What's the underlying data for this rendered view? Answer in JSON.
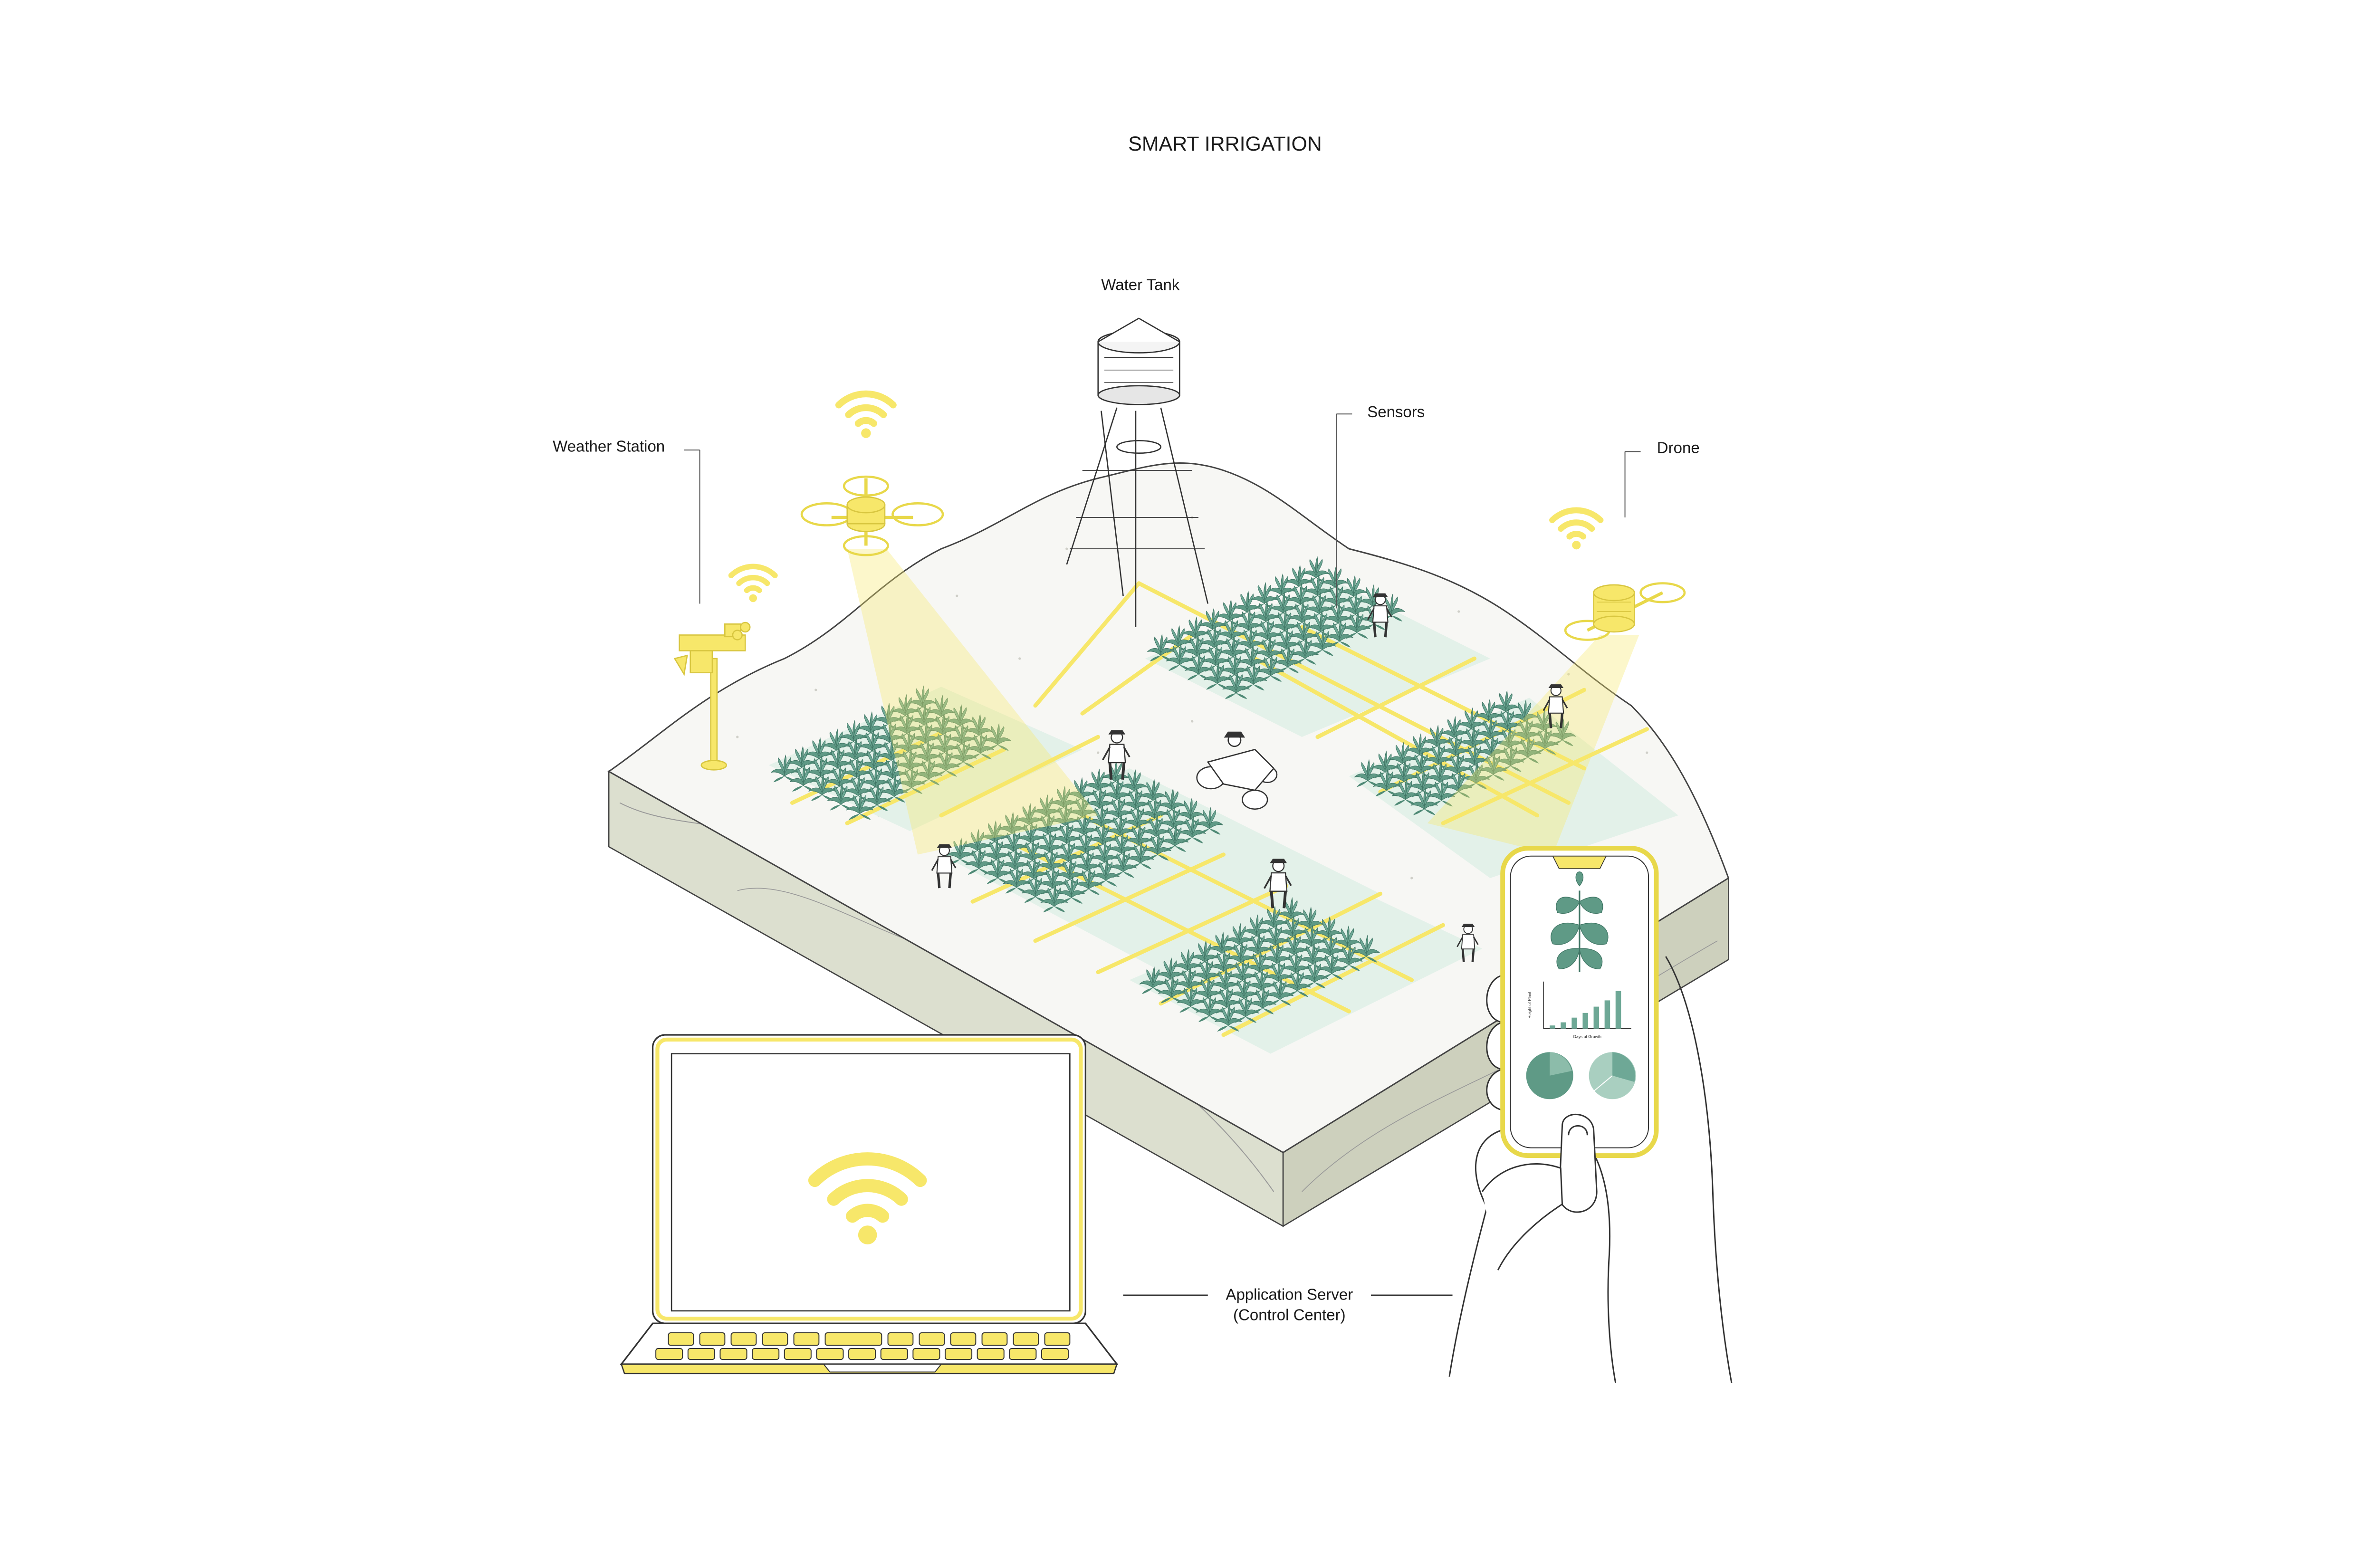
{
  "title": "SMART IRRIGATION",
  "labels": {
    "water_tank": "Water Tank",
    "sensors": "Sensors",
    "weather_station": "Weather Station",
    "drone": "Drone",
    "app_server_line1": "Application Server",
    "app_server_line2": "(Control Center)"
  },
  "phone_chart": {
    "ylabel": "Height of Plant",
    "xlabel": "Days of Growth"
  },
  "colors": {
    "accent_yellow": "#f7e76a",
    "yellow_stroke": "#e8d84a",
    "plant_green": "#5f9a86",
    "plant_dark": "#3f7564",
    "field_tint": "#e3f1e9",
    "ground": "#f7f7f4",
    "side": "#dcdfcf",
    "side_dark": "#c8cbb8",
    "line": "#333333"
  },
  "icons": [
    "wifi-icon",
    "drone-icon",
    "weather-station-icon",
    "water-tank-icon",
    "laptop-icon",
    "smartphone-icon",
    "hand-icon",
    "farmer-icon",
    "tractor-icon",
    "plant-icon"
  ]
}
